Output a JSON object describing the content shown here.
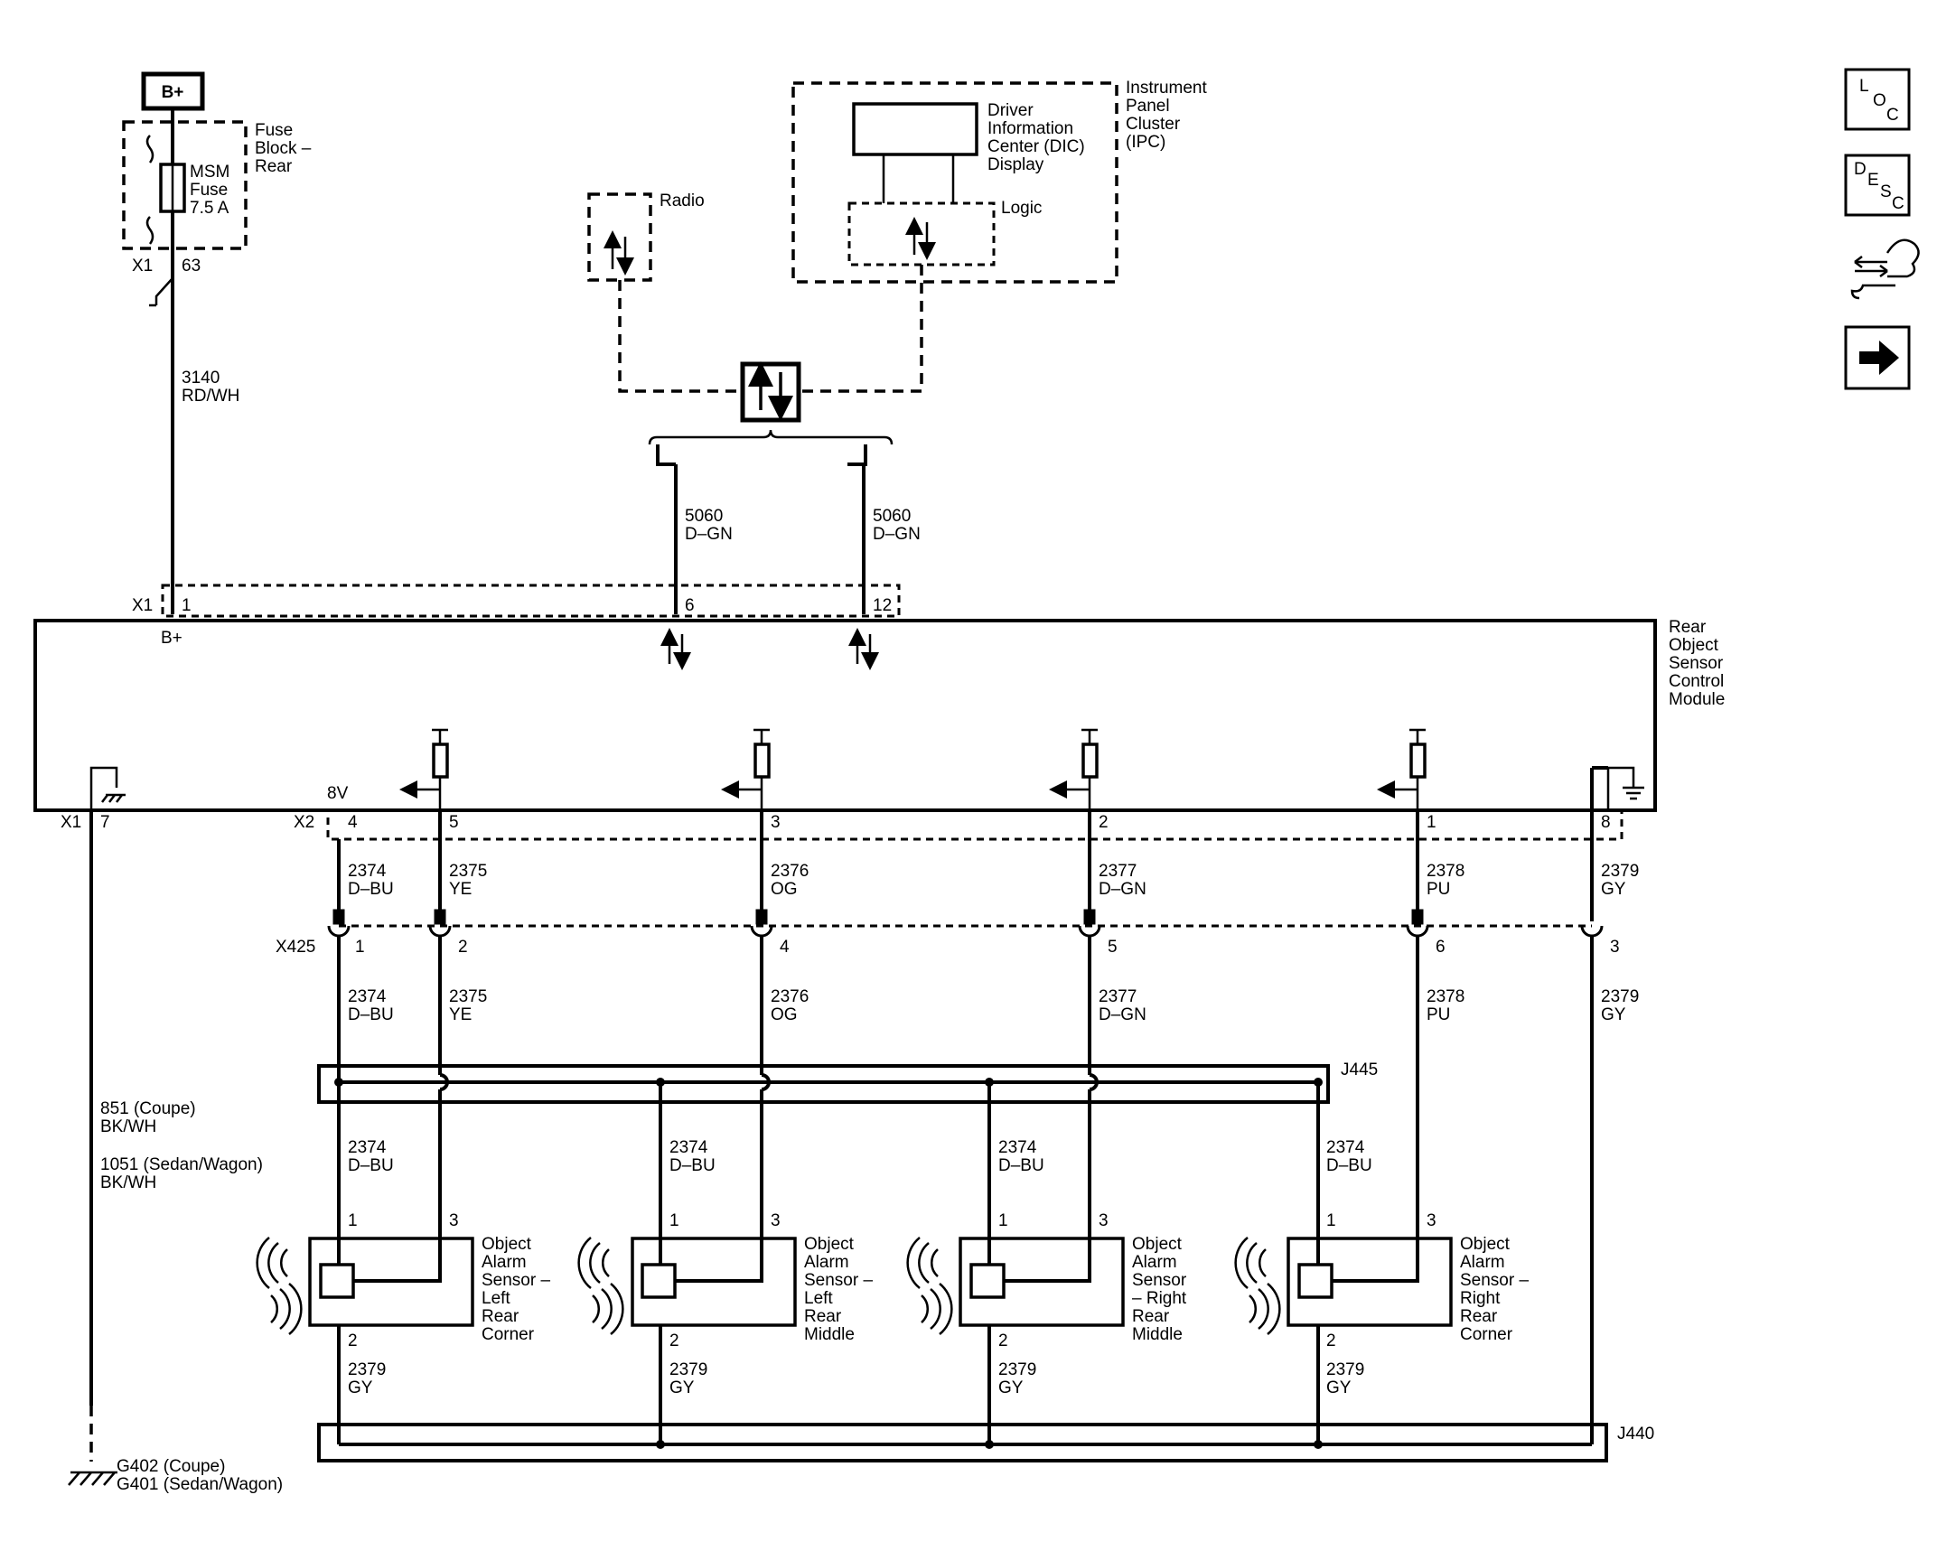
{
  "power": {
    "label": "B+"
  },
  "fuse_block": {
    "title": [
      "Fuse",
      "Block –",
      "Rear"
    ],
    "fuse": [
      "MSM",
      "Fuse",
      "7.5 A"
    ],
    "connector": "X1",
    "pin": "63"
  },
  "wire_power": [
    "3140",
    "RD/WH"
  ],
  "radio": {
    "label": "Radio"
  },
  "ipc": {
    "title": [
      "Instrument",
      "Panel",
      "Cluster",
      "(IPC)"
    ],
    "display": [
      "Driver",
      "Information",
      "Center (DIC)",
      "Display"
    ],
    "logic": "Logic"
  },
  "serial_wires": [
    [
      "5060",
      "D–GN"
    ],
    [
      "5060",
      "D–GN"
    ]
  ],
  "module": {
    "title": [
      "Rear",
      "Object",
      "Sensor",
      "Control",
      "Module"
    ],
    "b_plus": "B+",
    "v8": "8V",
    "x1": "X1",
    "x1_pins": [
      "1",
      "6",
      "12"
    ],
    "x1_ground": {
      "connector": "X1",
      "pin": "7"
    },
    "x2": "X2",
    "x2_pins": [
      "4",
      "5",
      "3",
      "2",
      "1",
      "8"
    ]
  },
  "upper_wires": [
    [
      "2374",
      "D–BU"
    ],
    [
      "2375",
      "YE"
    ],
    [
      "2376",
      "OG"
    ],
    [
      "2377",
      "D–GN"
    ],
    [
      "2378",
      "PU"
    ],
    [
      "2379",
      "GY"
    ]
  ],
  "inline_connector": {
    "name": "X425",
    "pins": [
      "1",
      "2",
      "4",
      "5",
      "6",
      "3"
    ]
  },
  "lower_wires": [
    [
      "2374",
      "D–BU"
    ],
    [
      "2375",
      "YE"
    ],
    [
      "2376",
      "OG"
    ],
    [
      "2377",
      "D–GN"
    ],
    [
      "2378",
      "PU"
    ],
    [
      "2379",
      "GY"
    ]
  ],
  "ground_wire": {
    "coupe": [
      "851 (Coupe)",
      "BK/WH"
    ],
    "sedan": [
      "1051 (Sedan/Wagon)",
      "BK/WH"
    ]
  },
  "ground_points": [
    "G402 (Coupe)",
    "G401 (Sedan/Wagon)"
  ],
  "splices": {
    "top": "J445",
    "bottom": "J440"
  },
  "sensor_feed_wire": [
    "2374",
    "D–BU"
  ],
  "sensor_ground_wire": [
    "2379",
    "GY"
  ],
  "sensor_pins": {
    "feed": "1",
    "signal": "3",
    "ground": "2"
  },
  "sensors": [
    {
      "name": [
        "Object",
        "Alarm",
        "Sensor –",
        "Left",
        "Rear",
        "Corner"
      ]
    },
    {
      "name": [
        "Object",
        "Alarm",
        "Sensor –",
        "Left",
        "Rear",
        "Middle"
      ]
    },
    {
      "name": [
        "Object",
        "Alarm",
        "Sensor",
        "– Right",
        "Rear",
        "Middle"
      ]
    },
    {
      "name": [
        "Object",
        "Alarm",
        "Sensor –",
        "Right",
        "Rear",
        "Corner"
      ]
    }
  ],
  "side_icons": [
    "loc-icon",
    "desc-icon",
    "connector-tool-icon",
    "next-arrow-icon"
  ],
  "loc_icon": [
    "L",
    "O",
    "C"
  ],
  "desc_icon": [
    "D",
    "E",
    "S",
    "C"
  ]
}
